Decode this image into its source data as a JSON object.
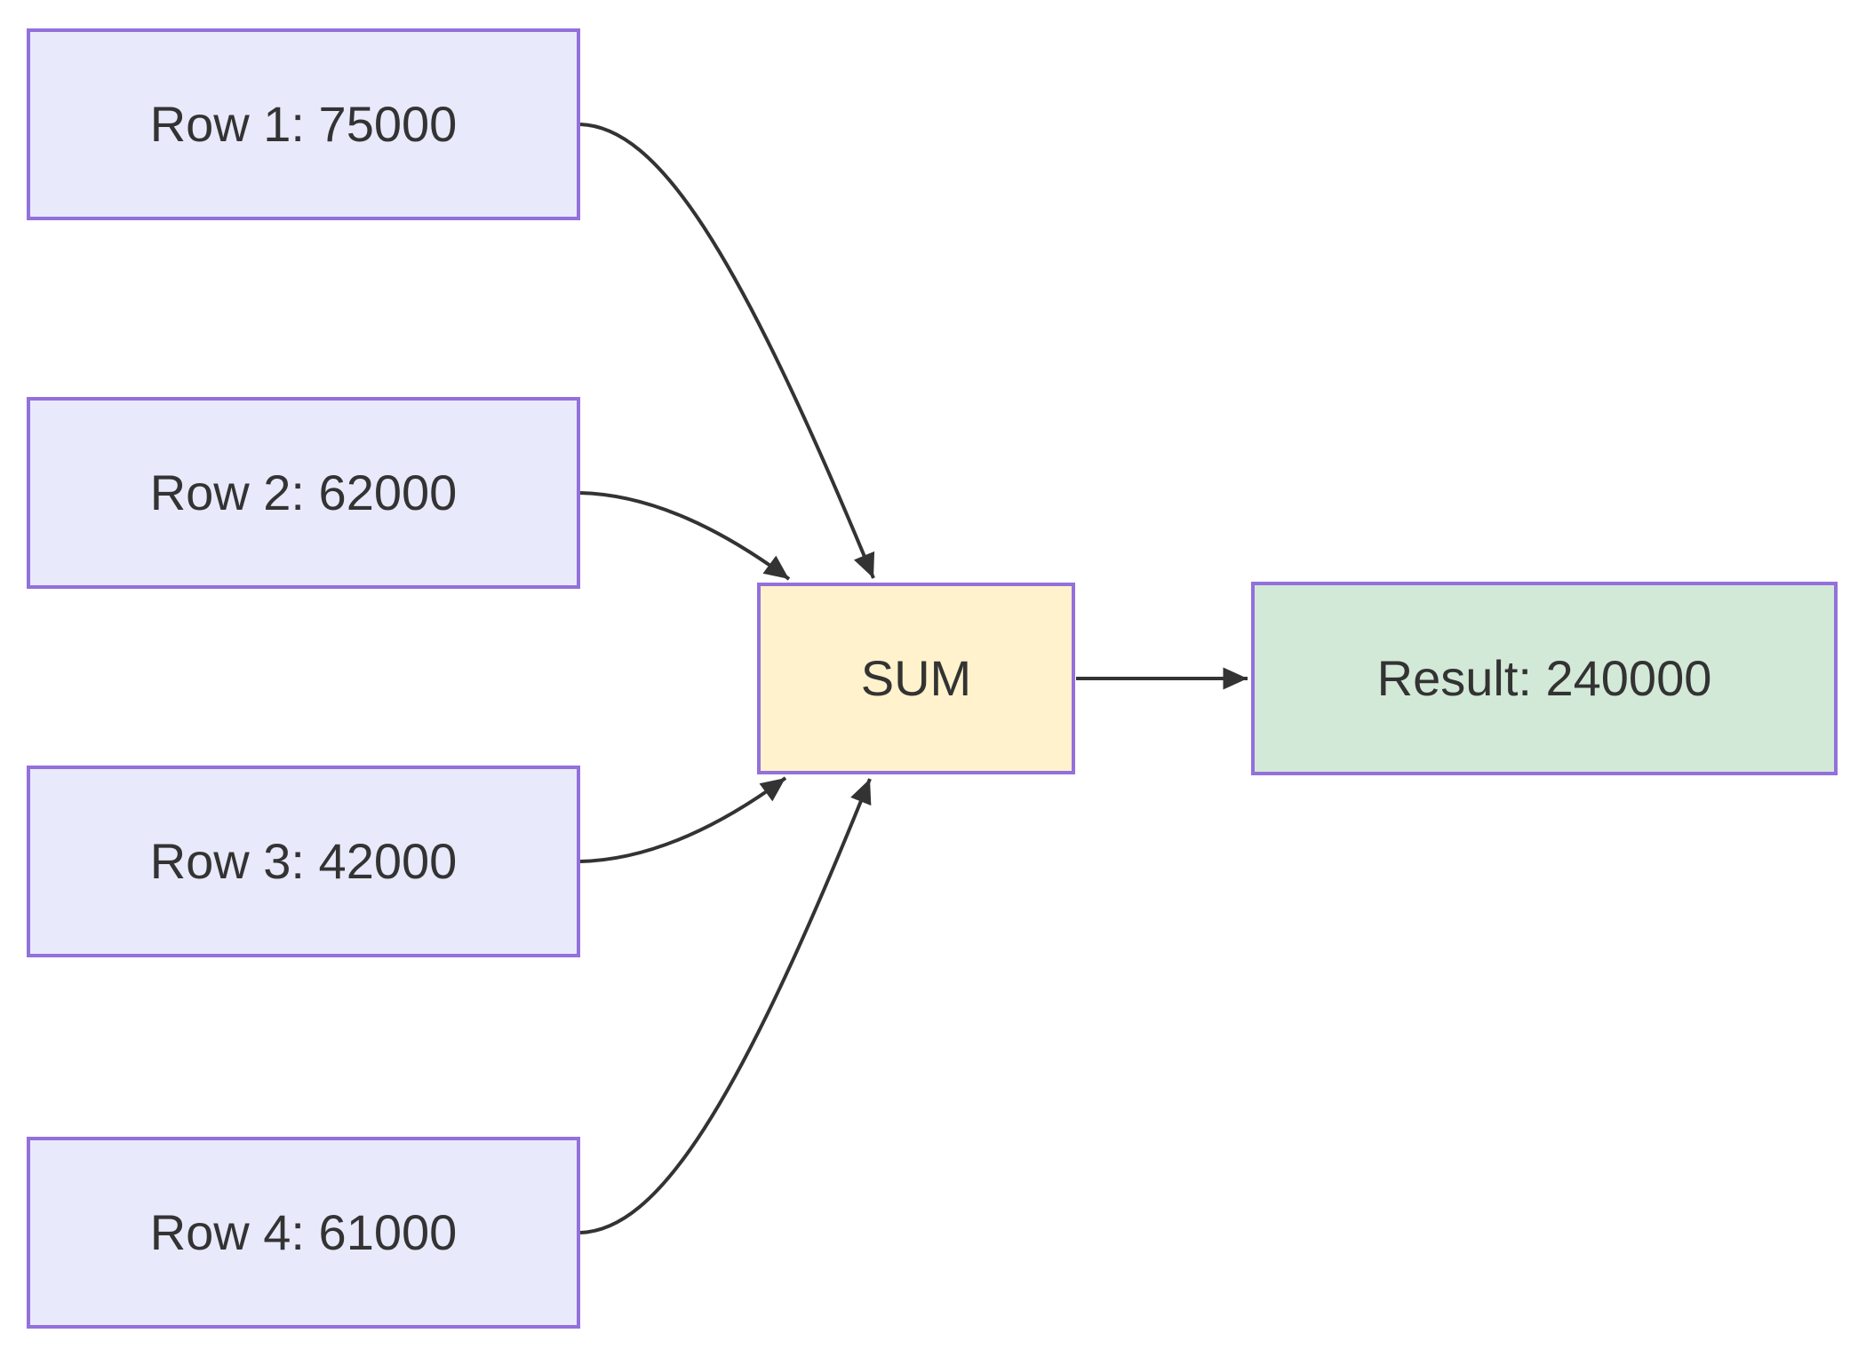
{
  "diagram": {
    "title": "sum-flow-diagram",
    "nodes": {
      "row1": {
        "label": "Row 1: 75000",
        "value": 75000
      },
      "row2": {
        "label": "Row 2: 62000",
        "value": 62000
      },
      "row3": {
        "label": "Row 3: 42000",
        "value": 42000
      },
      "row4": {
        "label": "Row 4: 61000",
        "value": 61000
      },
      "sum": {
        "label": "SUM"
      },
      "result": {
        "label": "Result: 240000",
        "value": 240000
      }
    },
    "edges": [
      {
        "from": "row1",
        "to": "sum"
      },
      {
        "from": "row2",
        "to": "sum"
      },
      {
        "from": "row3",
        "to": "sum"
      },
      {
        "from": "row4",
        "to": "sum"
      },
      {
        "from": "sum",
        "to": "result"
      }
    ],
    "colors": {
      "row_fill": "#E9E9FC",
      "sum_fill": "#FFF2CC",
      "result_fill": "#D3E9D8",
      "node_border": "#9370DB",
      "edge_stroke": "#333333",
      "text": "#333333"
    }
  }
}
